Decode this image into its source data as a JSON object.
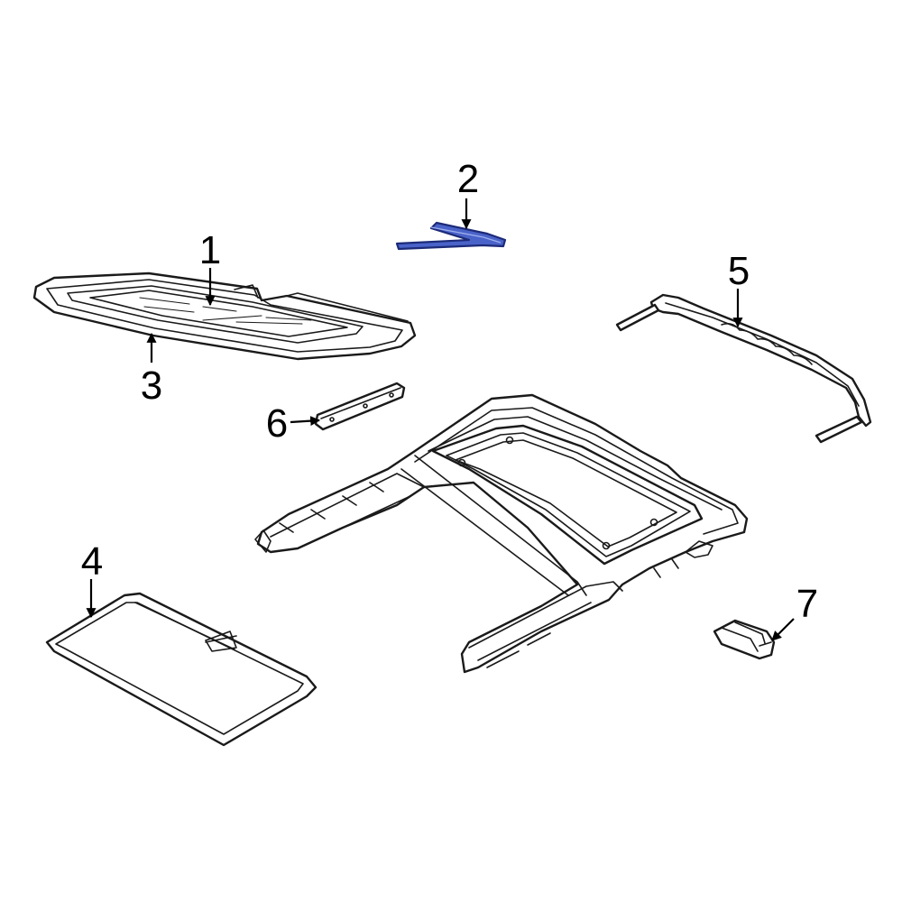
{
  "diagram": {
    "highlight_color": "#4a63c9",
    "callouts": [
      {
        "id": "1",
        "label": "1"
      },
      {
        "id": "2",
        "label": "2"
      },
      {
        "id": "3",
        "label": "3"
      },
      {
        "id": "4",
        "label": "4"
      },
      {
        "id": "5",
        "label": "5"
      },
      {
        "id": "6",
        "label": "6"
      },
      {
        "id": "7",
        "label": "7"
      }
    ]
  }
}
